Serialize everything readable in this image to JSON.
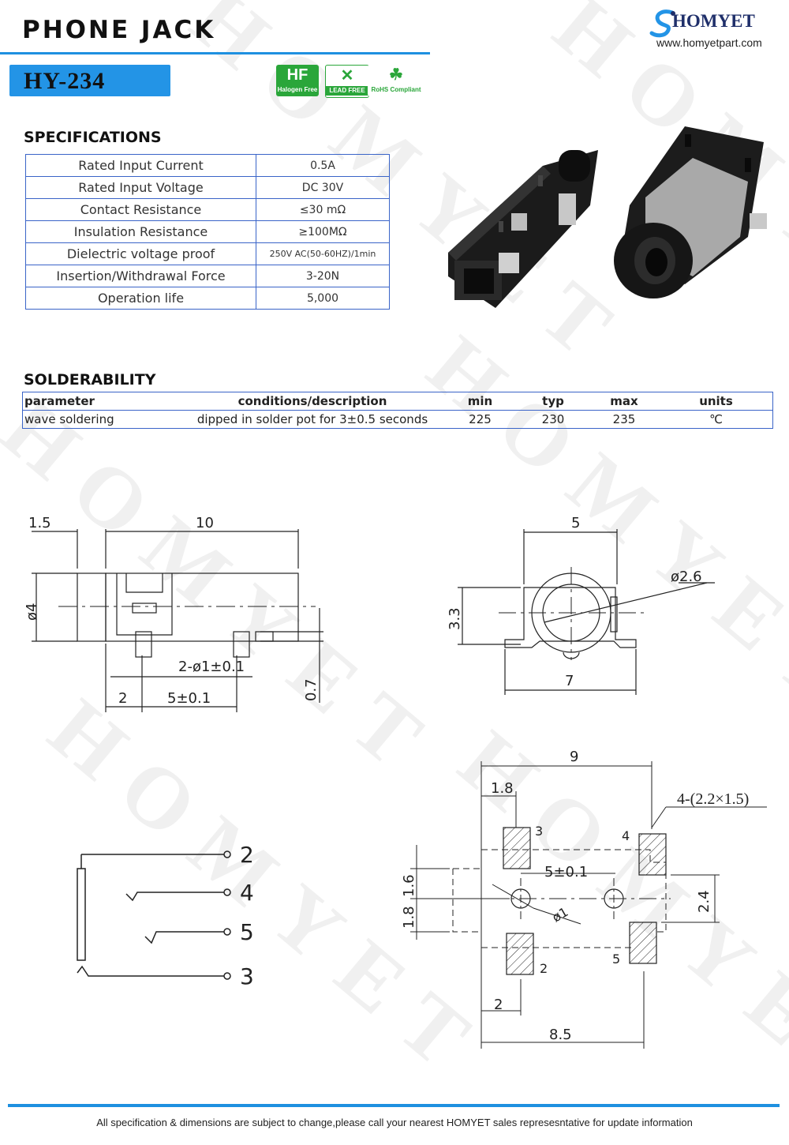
{
  "header": {
    "title": "PHONE  JACK",
    "model": "HY-234",
    "brand": "HOMYET",
    "url": "www.homyetpart.com",
    "certifications": [
      {
        "name": "halogen-free",
        "label": "Halogen Free",
        "glyph": "HF"
      },
      {
        "name": "lead-free",
        "label": "LEAD FREE",
        "glyph": "✕"
      },
      {
        "name": "rohs",
        "label": "RoHS Compliant",
        "glyph": "☘"
      }
    ]
  },
  "specifications": {
    "title": "SPECIFICATIONS",
    "rows": [
      {
        "label": "Rated Input Current",
        "value": "0.5A"
      },
      {
        "label": "Rated Input Voltage",
        "value": "DC  30V"
      },
      {
        "label": "Contact Resistance",
        "value": "≤30  mΩ"
      },
      {
        "label": "Insulation Resistance",
        "value": "≥100MΩ"
      },
      {
        "label": "Dielectric voltage proof",
        "value": "250V AC(50-60HZ)/1min"
      },
      {
        "label": "Insertion/Withdrawal Force",
        "value": "3-20N"
      },
      {
        "label": "Operation life",
        "value": "5,000"
      }
    ]
  },
  "solderability": {
    "title": "SOLDERABILITY",
    "headers": [
      "parameter",
      "conditions/description",
      "min",
      "typ",
      "max",
      "units"
    ],
    "rows": [
      [
        "wave soldering",
        "dipped in solder pot for 3±0.5 seconds",
        "225",
        "230",
        "235",
        "℃"
      ]
    ]
  },
  "drawings": {
    "side": {
      "d1": "1.5",
      "d2": "10",
      "d3": "ø4",
      "d4": "2-ø1±0.1",
      "d5": "2",
      "d6": "5±0.1",
      "d7": "0.7"
    },
    "front": {
      "d1": "5",
      "d2": "ø2.6",
      "d3": "3.3",
      "d4": "7"
    },
    "footprint": {
      "d1": "9",
      "d2": "1.8",
      "d3": "4-(2.2×1.5)",
      "d4": "5±0.1",
      "d5": "1.6",
      "d6": "1.8",
      "d7": "ø1",
      "d8": "2.4",
      "d9": "2",
      "d10": "8.5",
      "pins": [
        "3",
        "4",
        "2",
        "5"
      ]
    },
    "schematic": {
      "pins": [
        "2",
        "4",
        "5",
        "3"
      ]
    }
  },
  "watermark": "HOMYET",
  "footer": "All specification & dimensions are subject to change,please call your nearest HOMYET sales represesntative for update information"
}
